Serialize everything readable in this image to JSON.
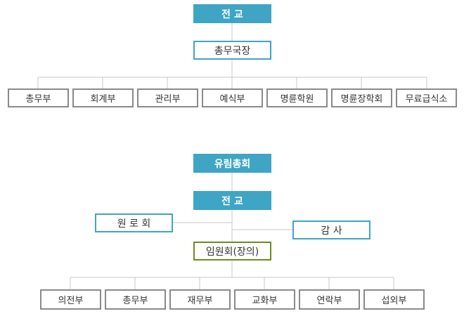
{
  "colors": {
    "primary_fill": "#3ea5c4",
    "secondary_outline": "#3ea5c4",
    "assembly_outline": "#6e8a1f",
    "department_outline": "#8a8a8a",
    "connector": "#c8c8c8"
  },
  "chart1": {
    "top": "전 교",
    "manager": "총무국장",
    "departments": [
      "총무부",
      "회계부",
      "관리부",
      "예식부",
      "명륜학원",
      "명륜장학회",
      "무료급식소"
    ]
  },
  "chart2": {
    "association": "유림총회",
    "top": "전 교",
    "elders": "원 로 회",
    "auditor": "감 사",
    "assembly": "임원회(장의)",
    "departments": [
      "의전부",
      "총무부",
      "재무부",
      "교화부",
      "연락부",
      "섭외부"
    ]
  }
}
